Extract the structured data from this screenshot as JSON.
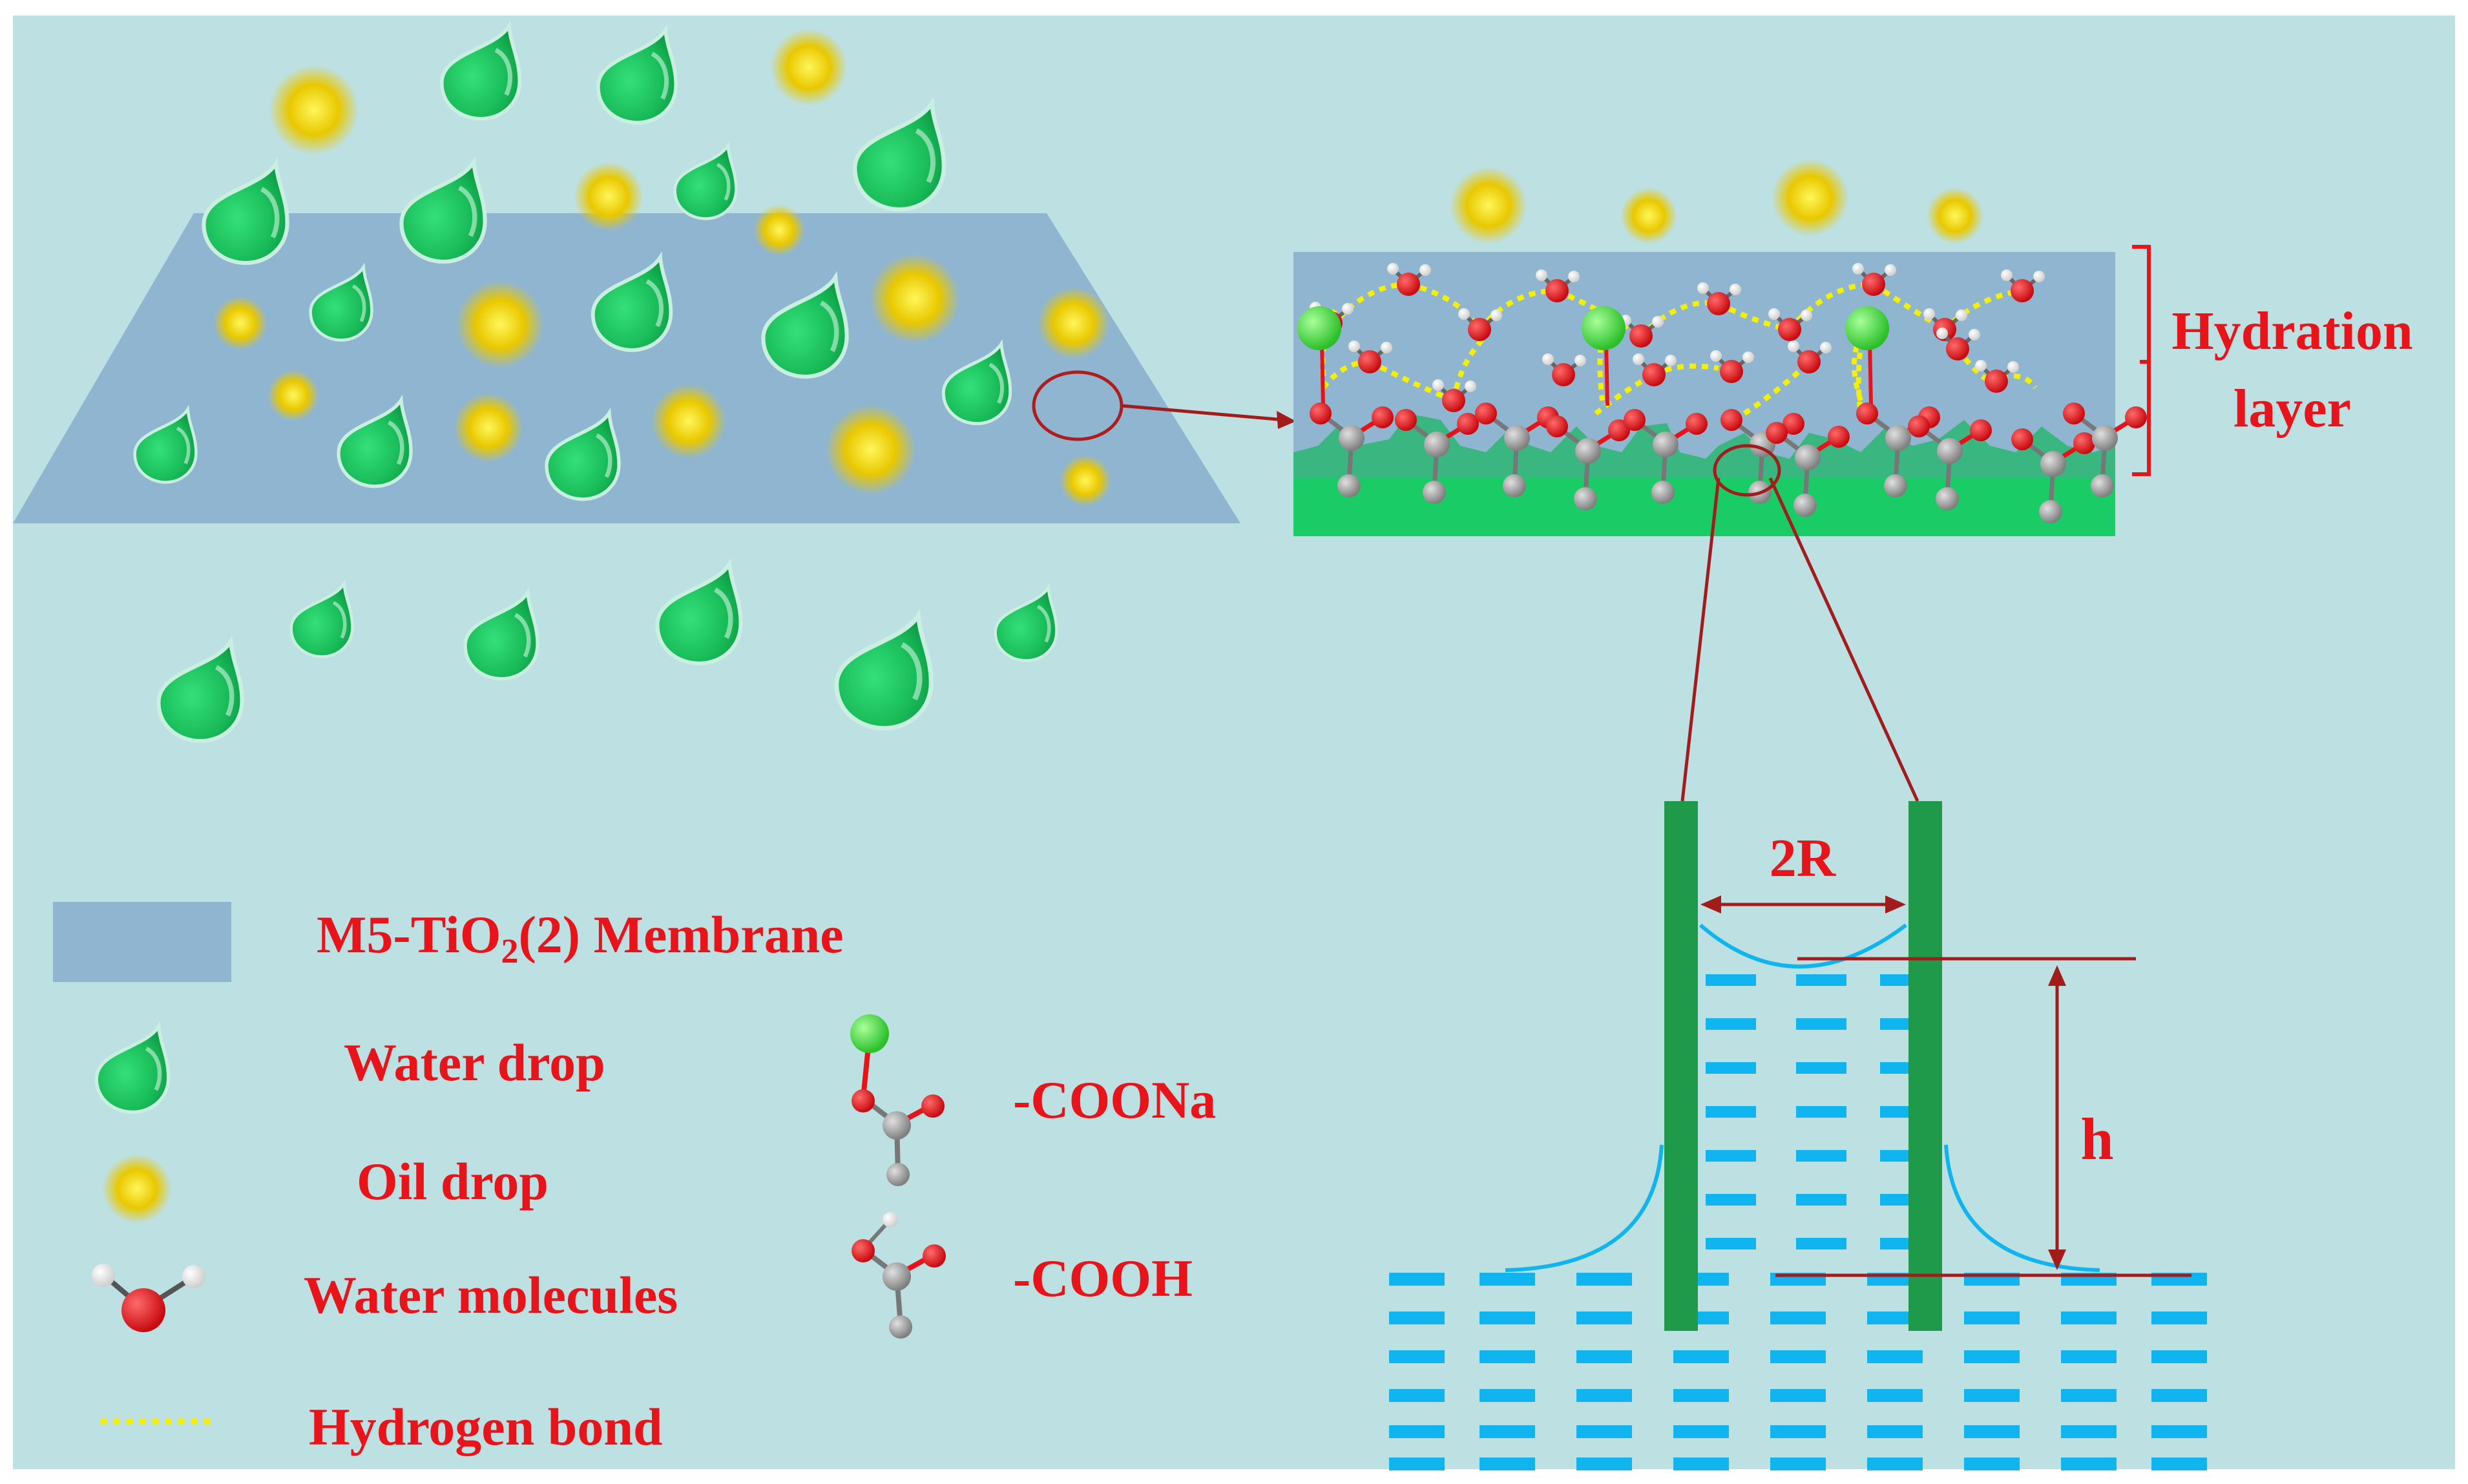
{
  "colors": {
    "background": "#bde0e3",
    "membrane": "#8fb5d1",
    "water_drop": "#22c55e",
    "oil_drop": "#f2d300",
    "label_red": "#e8141a",
    "dark_red": "#a31c1c",
    "wall_green": "#1e9a4a",
    "base_green": "#19cc66",
    "liquid_blue": "#10b4ee",
    "hbond_yellow": "#f5f000",
    "oxygen_red": "#e8131a",
    "carbon_gray": "#9a9a9a",
    "sodium_green": "#3fdc3a"
  },
  "icons": {
    "water_drop": "water-drop-icon",
    "oil_drop": "oil-drop-icon",
    "water_molecule": "water-molecule-icon",
    "coona_group": "coona-group-icon",
    "cooh_group": "cooh-group-icon",
    "hydrogen_bond": "hydrogen-bond-icon"
  },
  "annotations": {
    "hydration_layer": [
      "Hydration",
      "layer"
    ],
    "pore_width": "2R",
    "capillary_height": "h"
  },
  "legend": {
    "membrane": {
      "prefix": "M5-TiO",
      "subscript": "2",
      "suffix": "(2) Membrane"
    },
    "water_drop": "Water drop",
    "oil_drop": "Oil drop",
    "water_molecules": "Water molecules",
    "hydrogen_bond": "Hydrogen bond",
    "coona": "-COONa",
    "cooh": "-COOH"
  }
}
